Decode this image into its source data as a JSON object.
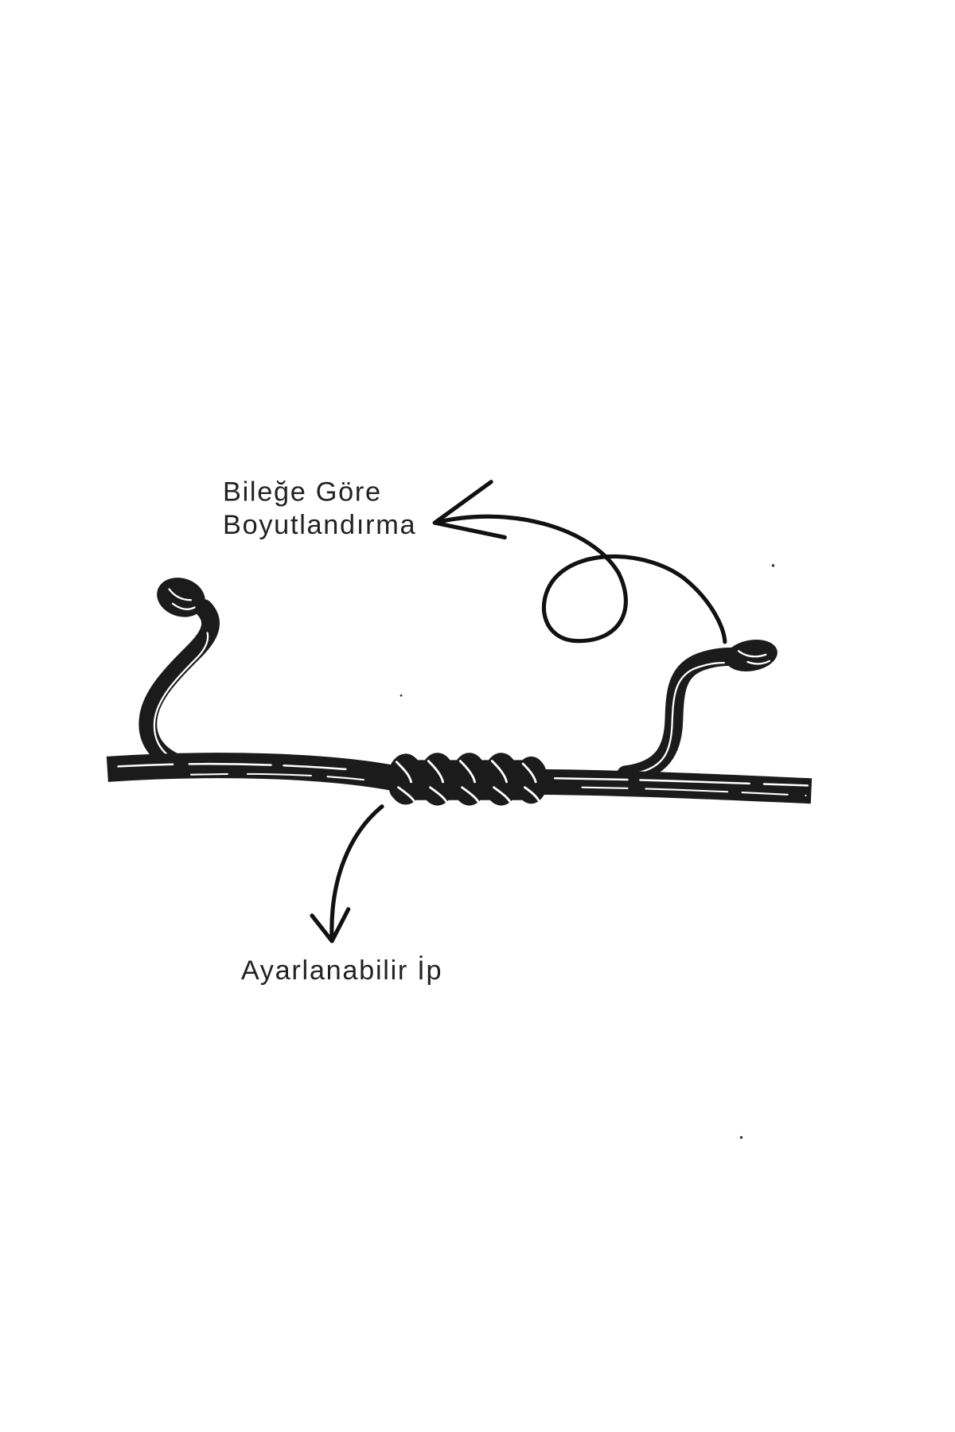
{
  "labels": {
    "sizing": [
      "Bileğe Göre",
      "Boyutlandırma"
    ],
    "adjustable": "Ayarlanabilir İp"
  },
  "colors": {
    "background": "#ffffff",
    "ink": "#1b1b1b",
    "text": "#222222"
  },
  "icons": {
    "sizing_arrow": "curved-loop-arrow-icon",
    "adjustable_arrow": "curved-down-arrow-icon"
  }
}
